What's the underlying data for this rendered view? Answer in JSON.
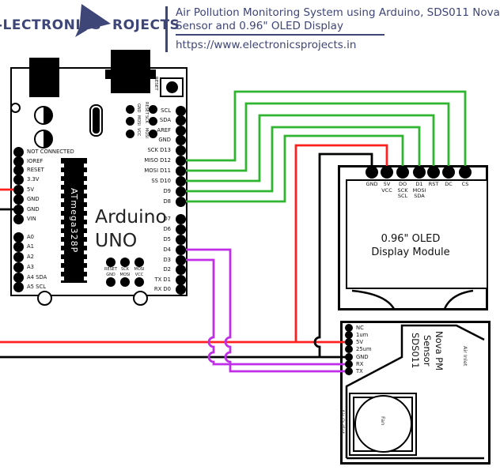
{
  "header": {
    "logo_left": "-LECTRONICS",
    "logo_right": "ROJECTS",
    "title_line1": "Air Pollution Monitoring System using Arduino, SDS011 Nova",
    "title_line2": "Sensor and 0.96\" OLED Display",
    "url": "https://www.electronicsprojects.in"
  },
  "colors": {
    "navy": "#3e4577",
    "wgreen": "#2fb52f",
    "wred": "#ff2020",
    "wpurple": "#c02ee8",
    "wblack": "#000000"
  },
  "arduino": {
    "name_line1": "Arduino",
    "name_line2": "UNO",
    "chip_label": "ATmega328P",
    "reset_label": "RESET",
    "left_pins": [
      "NOT CONNECTED",
      "IOREF",
      "RESET",
      "3.3V",
      "5V",
      "GND",
      "GND",
      "VIN",
      "A0",
      "A1",
      "A2",
      "A3",
      "A4  SDA",
      "A5  SCL"
    ],
    "right_pins": [
      "SCL",
      "SDA",
      "AREF",
      "GND",
      "SCK  D13",
      "MISO  D12",
      "MOSI  D11",
      "SS  D10",
      "D9",
      "D8",
      "D7",
      "D6",
      "D5",
      "D4",
      "D3",
      "D2",
      "TX  D1",
      "RX  D0"
    ],
    "icsp_left": [
      "GND",
      "MOSI",
      "VCC"
    ],
    "icsp_right": [
      "RESET",
      "SCK",
      "MOSI"
    ],
    "bottom_row1": [
      "RESET",
      "SCK",
      "MOSI"
    ],
    "bottom_row2": [
      "GND",
      "MOSI",
      "VCC"
    ]
  },
  "oled": {
    "screen_line1": "0.96\" OLED",
    "screen_line2": "Display Module",
    "pin_labels": [
      "GND",
      "5V\nVCC",
      "DO\nSCK\nSCL",
      "D1\nMOSI\nSDA",
      "RST",
      "DC",
      "CS"
    ]
  },
  "sds011": {
    "body_label": "Nova PM\nSensor\nSDS011",
    "pins": [
      "NC",
      "1um",
      "5V",
      "25um",
      "GND",
      "RX",
      "TX"
    ],
    "air_inlet": "Air Inlet",
    "air_outlet": "Air Outlet",
    "fan_label": "Fan"
  }
}
